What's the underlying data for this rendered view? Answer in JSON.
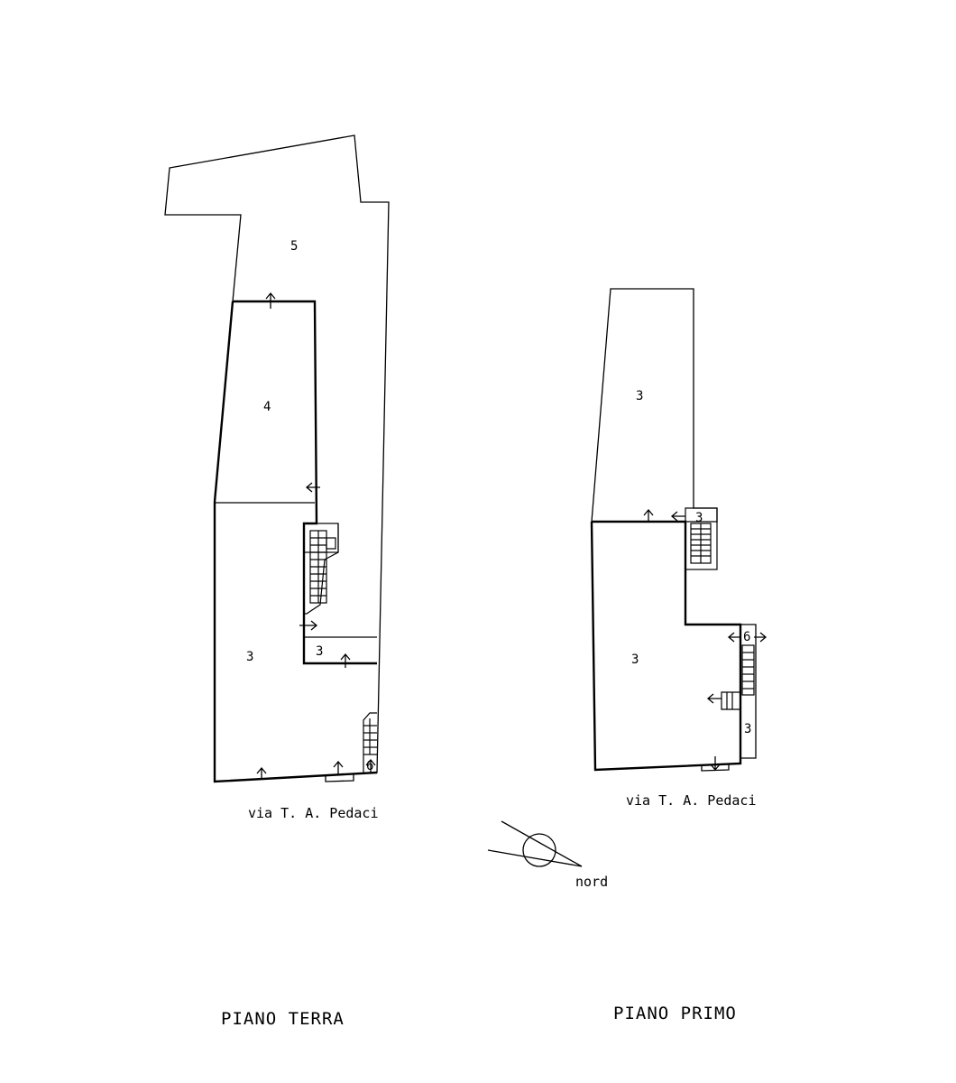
{
  "ground_floor": {
    "title": "PIANO TERRA",
    "street": "via T. A. Pedaci",
    "rooms": {
      "r5": "5",
      "r4": "4",
      "r3_main": "3",
      "r3_small": "3",
      "r6": "6"
    }
  },
  "first_floor": {
    "title": "PIANO PRIMO",
    "street": "via T. A. Pedaci",
    "rooms": {
      "r3_top": "3",
      "r3_main": "3",
      "r3_stair": "3",
      "r3_side": "3",
      "r6": "6"
    }
  },
  "compass": {
    "label": "nord"
  }
}
